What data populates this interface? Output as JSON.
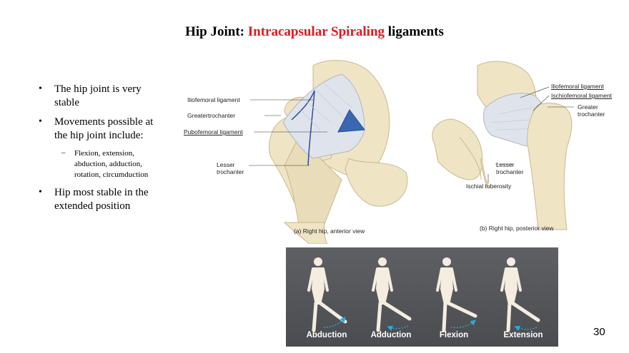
{
  "title": {
    "prefix": "Hip Joint: ",
    "accent": "Intracapsular Spiraling",
    "suffix": " ligaments"
  },
  "bullets": [
    "The hip joint is very stable",
    "Movements possible at the hip joint include:",
    "Hip most stable in the extended position"
  ],
  "sub_bullets": [
    "Flexion, extension, abduction, adduction, rotation, circumduction"
  ],
  "anterior_view": {
    "labels": {
      "iliofemoral": "Iliofemoral ligament",
      "greater_trochanter": "Greatertrochanter",
      "pubofemoral": "Pubofemoral ligament",
      "lesser_trochanter": "Lesser trochanter"
    },
    "caption": "(a) Right hip, anterior view"
  },
  "posterior_view": {
    "labels": {
      "iliofemoral": "Iliofemoral ligament",
      "ischiofemoral": "Ischiofemoral ligament",
      "greater_trochanter": "Greater trochanter",
      "lesser_trochanter": "Lesser trochanter",
      "ischial_tuberosity": "Ischial tuberosity"
    },
    "caption": "(b) Right hip, posterior view"
  },
  "movements": [
    "Abduction",
    "Adduction",
    "Flexion",
    "Extension"
  ],
  "page_number": "30",
  "colors": {
    "accent_red": "#e0191e",
    "bone": "#efe4c4",
    "ligament": "#dfe4ec",
    "marker_blue": "#3b66b2",
    "panel_bg": "#55575b",
    "arrow_cyan": "#2aa9e0"
  }
}
